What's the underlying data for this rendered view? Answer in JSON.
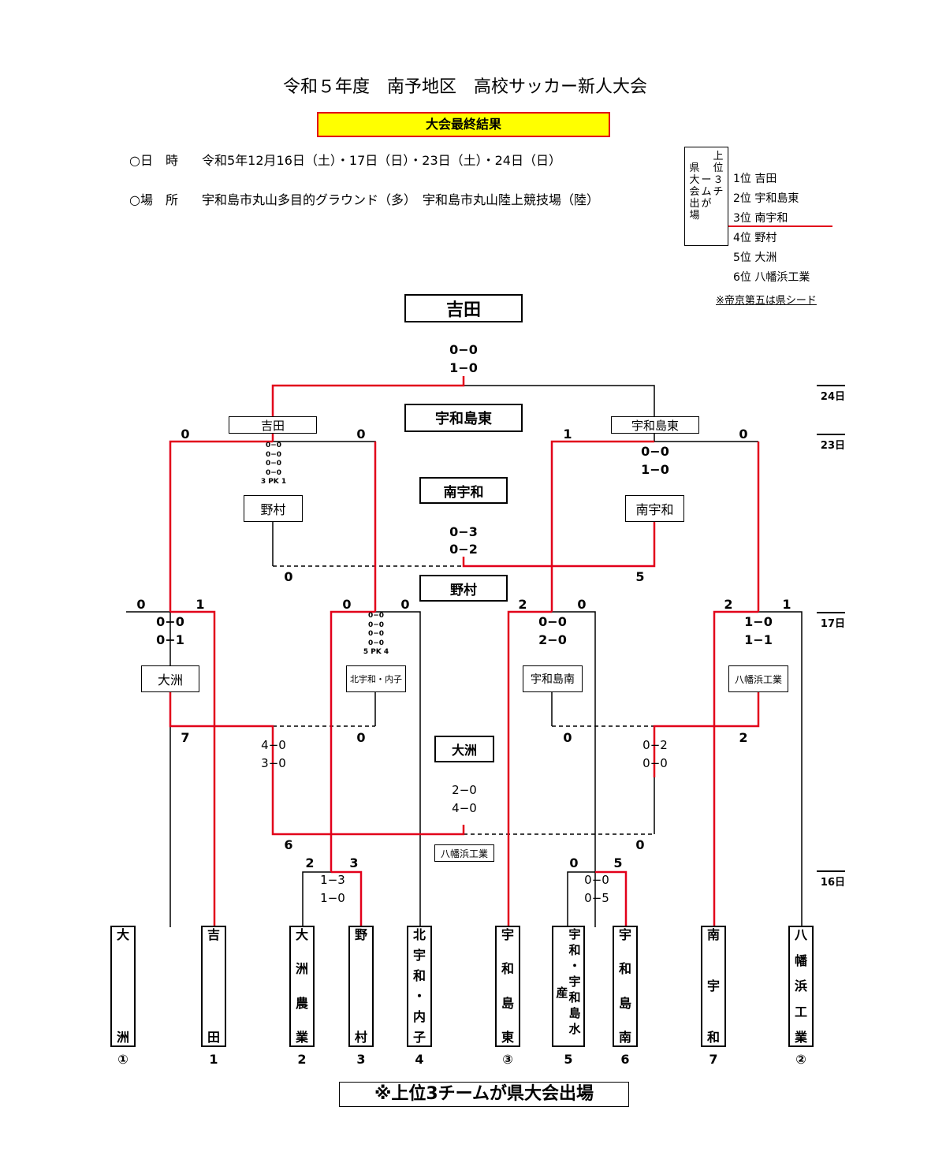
{
  "title": "令和５年度　南予地区　高校サッカー新人大会",
  "banner": "大会最終結果",
  "info": {
    "date_label": "○日　時",
    "date_value": "令和5年12月16日（土）・17日（日）・23日（土）・24日（日）",
    "venue_label": "○場　所",
    "venue_value": "宇和島市丸山多目的グラウンド（多）　宇和島市丸山陸上競技場（陸）"
  },
  "qualify_box": {
    "columns": [
      "上位",
      "３チ",
      "ーム",
      "が"
    ],
    "col_left": "県大会出場"
  },
  "qualify_cols": [
    [
      "上",
      "位"
    ],
    [
      "３",
      "チ",
      "ー",
      "ム",
      "が"
    ],
    [
      "県",
      "大",
      "会",
      "出",
      "場"
    ]
  ],
  "ranking": [
    {
      "rank": "1位",
      "team": "吉田"
    },
    {
      "rank": "2位",
      "team": "宇和島東"
    },
    {
      "rank": "3位",
      "team": "南宇和"
    },
    {
      "rank": "4位",
      "team": "野村"
    },
    {
      "rank": "5位",
      "team": "大洲"
    },
    {
      "rank": "6位",
      "team": "八幡浜工業"
    }
  ],
  "seed_note": "※帝京第五は県シード",
  "days": [
    "24日",
    "23日",
    "17日",
    "16日"
  ],
  "results": {
    "champion": "吉田",
    "runner_up": "宇和島東",
    "third": "南宇和",
    "fourth": "野村",
    "fifth": "大洲",
    "sixth": "八幡浜工業"
  },
  "boxes": {
    "sf_left_winner": "吉田",
    "sf_right_winner": "宇和島東",
    "sf_left_loser": "野村",
    "sf_right_loser": "南宇和",
    "qf1_loser": "大洲",
    "qf2_loser": "北宇和・内子",
    "qf3_loser": "宇和島南",
    "qf4_loser": "八幡浜工業"
  },
  "scores": {
    "final": [
      "0−0",
      "1−0"
    ],
    "sf_left_goals": [
      "0",
      "0"
    ],
    "sf_left_detail": [
      "0−0",
      "0−0",
      "0−0",
      "0−0",
      "3 PK 1"
    ],
    "sf_right_goals": [
      "1",
      "0"
    ],
    "sf_right_detail": [
      "0−0",
      "1−0"
    ],
    "third_place": [
      "0−3",
      "0−2"
    ],
    "third_place_goals": [
      "0",
      "5"
    ],
    "qf1_goals": [
      "0",
      "1"
    ],
    "qf1_detail": [
      "0−0",
      "0−1"
    ],
    "qf2_goals": [
      "0",
      "0"
    ],
    "qf2_detail": [
      "0−0",
      "0−0",
      "0−0",
      "0−0",
      "5 PK 4"
    ],
    "qf3_goals": [
      "2",
      "0"
    ],
    "qf3_detail": [
      "0−0",
      "2−0"
    ],
    "qf4_goals": [
      "2",
      "1"
    ],
    "qf4_detail": [
      "1−0",
      "1−1"
    ],
    "cons_left_goals": [
      "7",
      "0"
    ],
    "cons_left_detail": [
      "4−0",
      "3−0"
    ],
    "cons_right_goals": [
      "0",
      "2"
    ],
    "cons_right_detail": [
      "0−2",
      "0−0"
    ],
    "fifth_place": [
      "2−0",
      "4−0"
    ],
    "fifth_place_goals": [
      "6",
      "0"
    ],
    "r1_left_goals": [
      "2",
      "3"
    ],
    "r1_left_detail": [
      "1−3",
      "1−0"
    ],
    "r1_right_goals": [
      "0",
      "5"
    ],
    "r1_right_detail": [
      "0−0",
      "0−5"
    ]
  },
  "teams": [
    {
      "name": [
        "大",
        "洲"
      ],
      "num": "①"
    },
    {
      "name": [
        "吉",
        "田"
      ],
      "num": "1"
    },
    {
      "name": [
        "大",
        "洲",
        "農",
        "業"
      ],
      "num": "2"
    },
    {
      "name": [
        "野",
        "村"
      ],
      "num": "3"
    },
    {
      "name": [
        "北",
        "宇",
        "和",
        "・",
        "内",
        "子"
      ],
      "num": "4"
    },
    {
      "name": [
        "宇",
        "和",
        "島",
        "東"
      ],
      "num": "③"
    },
    {
      "name": [
        "宇",
        "和",
        "・",
        "宇",
        "和",
        "島",
        "水"
      ],
      "extra": "産",
      "num": "5"
    },
    {
      "name": [
        "宇",
        "和",
        "島",
        "南"
      ],
      "num": "6"
    },
    {
      "name": [
        "南",
        "宇",
        "和"
      ],
      "num": "7"
    },
    {
      "name": [
        "八",
        "幡",
        "浜",
        "工",
        "業"
      ],
      "num": "②"
    }
  ],
  "footer": "※上位3チームが県大会出場",
  "colors": {
    "winner_line": "#e2001a",
    "line": "#000000",
    "banner_bg": "#ffff00"
  }
}
